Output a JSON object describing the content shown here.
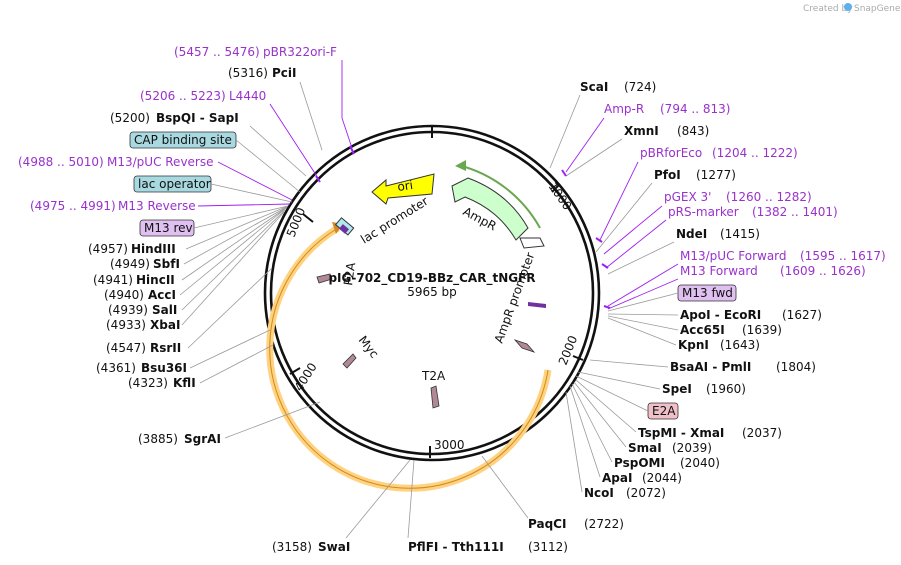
{
  "brand": {
    "created_by": "Created by",
    "product": "SnapGene"
  },
  "plasmid": {
    "name": "pIG-702_CD19-BBz_CAR_tNGFR",
    "size": "5965 bp"
  },
  "ruler": [
    "1000",
    "2000",
    "3000",
    "4000",
    "5000"
  ],
  "features": {
    "ori": "ori",
    "lac_promoter": "lac promoter",
    "AmpR": "AmpR",
    "AmpR_promoter": "AmpR promoter",
    "P2A": "P2A",
    "Myc": "Myc",
    "T2A": "T2A"
  },
  "sites_left": [
    {
      "pos": "(5316)",
      "name": "PciI"
    },
    {
      "pos": "(5200)",
      "name": "BspQI  - SapI"
    },
    {
      "pos": "(4957)",
      "name": "HindIII"
    },
    {
      "pos": "(4949)",
      "name": "SbfI"
    },
    {
      "pos": "(4941)",
      "name": "HincII"
    },
    {
      "pos": "(4940)",
      "name": "AccI"
    },
    {
      "pos": "(4939)",
      "name": "SalI"
    },
    {
      "pos": "(4933)",
      "name": "XbaI"
    },
    {
      "pos": "(4547)",
      "name": "RsrII"
    },
    {
      "pos": "(4361)",
      "name": "Bsu36I"
    },
    {
      "pos": "(4323)",
      "name": "KflI"
    },
    {
      "pos": "(3885)",
      "name": "SgrAI"
    }
  ],
  "primers_left": [
    {
      "range": "(5457 .. 5476)",
      "name": "pBR322ori-F"
    },
    {
      "range": "(5206 .. 5223)",
      "name": "L4440"
    },
    {
      "range": "(4988 .. 5010)",
      "name": "M13/pUC Reverse"
    },
    {
      "range": "(4975 .. 4991)",
      "name": "M13 Reverse"
    }
  ],
  "boxes_left": [
    "CAP binding site",
    "lac operator",
    "M13 rev"
  ],
  "sites_right": [
    {
      "name": "ScaI",
      "pos": "(724)"
    },
    {
      "name": "XmnI",
      "pos": "(843)"
    },
    {
      "name": "PfoI",
      "pos": "(1277)"
    },
    {
      "name": "NdeI",
      "pos": "(1415)"
    },
    {
      "name": "ApoI  - EcoRI",
      "pos": "(1627)"
    },
    {
      "name": "Acc65I",
      "pos": "(1639)"
    },
    {
      "name": "KpnI",
      "pos": "(1643)"
    },
    {
      "name": "BsaAI  - PmlI",
      "pos": "(1804)"
    },
    {
      "name": "SpeI",
      "pos": "(1960)"
    },
    {
      "name": "TspMI  - XmaI",
      "pos": "(2037)"
    },
    {
      "name": "SmaI",
      "pos": "(2039)"
    },
    {
      "name": "PspOMI",
      "pos": "(2040)"
    },
    {
      "name": "ApaI",
      "pos": "(2044)"
    },
    {
      "name": "NcoI",
      "pos": "(2072)"
    },
    {
      "name": "PaqCI",
      "pos": "(2722)"
    }
  ],
  "primers_right": [
    {
      "name": "Amp-R",
      "range": "(794 .. 813)"
    },
    {
      "name": "pBRforEco",
      "range": "(1204 .. 1222)"
    },
    {
      "name": "pGEX 3'",
      "range": "(1260 .. 1282)"
    },
    {
      "name": "pRS-marker",
      "range": "(1382 .. 1401)"
    },
    {
      "name": "M13/pUC Forward",
      "range": "(1595 .. 1617)"
    },
    {
      "name": "M13 Forward",
      "range": "(1609 .. 1626)"
    }
  ],
  "boxes_right": [
    "M13 fwd",
    "E2A"
  ],
  "sites_bottom": [
    {
      "pos": "(3158)",
      "name": "SwaI"
    },
    {
      "name": "PflFI  - Tth111I",
      "pos": "(3112)"
    }
  ],
  "colors": {
    "primer": "#9932cc",
    "ori": "#ffff00",
    "ampr": "#ccffcc",
    "cds": "#ffd27f",
    "misc": "#c0a0b0",
    "promoter": "#ffffff",
    "box_blue": "#a8d8e0",
    "box_purple": "#e0c0f0",
    "box_pink": "#f0c0c8"
  }
}
